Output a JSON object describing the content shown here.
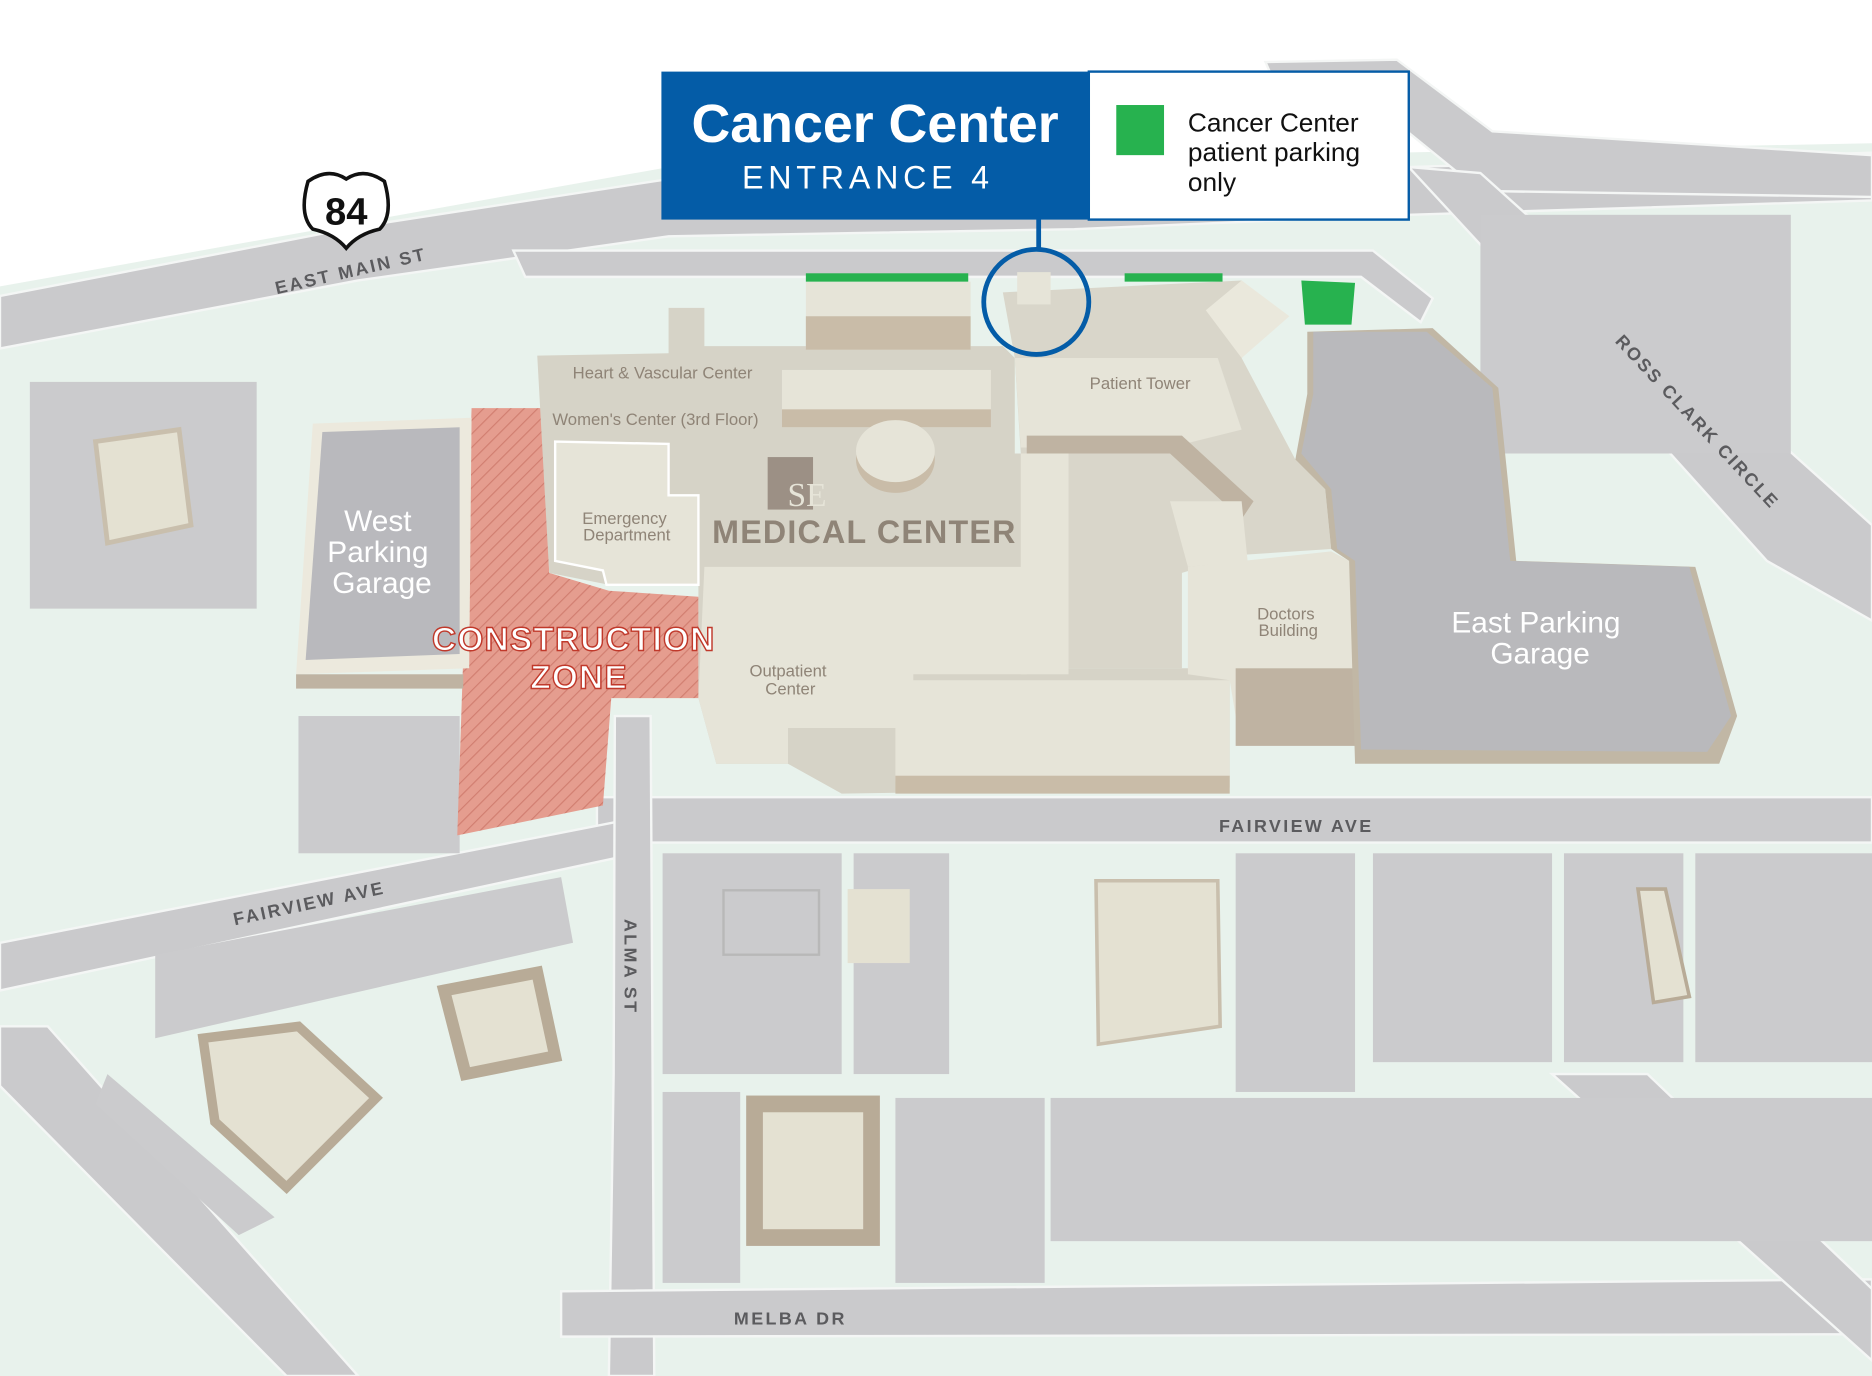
{
  "callout": {
    "title": "Cancer Center",
    "subtitle": "ENTRANCE 4",
    "legend_lines": [
      "Cancer Center",
      "patient parking",
      "only"
    ],
    "legend_color": "#27b24f",
    "brand_color": "#045ca7"
  },
  "highway_shield": "84",
  "streets": {
    "east_main": "EAST MAIN ST",
    "ross_clark": "ROSS CLARK CIRCLE",
    "fairview_right": "FAIRVIEW AVE",
    "fairview_left": "FAIRVIEW AVE",
    "alma": "ALMA ST",
    "melba": "MELBA DR"
  },
  "buildings": {
    "heart": "Heart & Vascular Center",
    "womens": "Women's Center (3rd Floor)",
    "emergency": [
      "Emergency",
      "Department"
    ],
    "medical_center": "MEDICAL CENTER",
    "logo": "SE",
    "outpatient": [
      "Outpatient",
      "Center"
    ],
    "patient_tower": "Patient Tower",
    "doctors": [
      "Doctors",
      "Building"
    ],
    "east_garage": [
      "East Parking",
      "Garage"
    ],
    "west_garage": [
      "West",
      "Parking",
      "Garage"
    ],
    "construction": [
      "CONSTRUCTION",
      "ZONE"
    ]
  },
  "colors": {
    "construction": "#e3907a",
    "road": "#cacacc",
    "ground": "#e8f2ec"
  }
}
